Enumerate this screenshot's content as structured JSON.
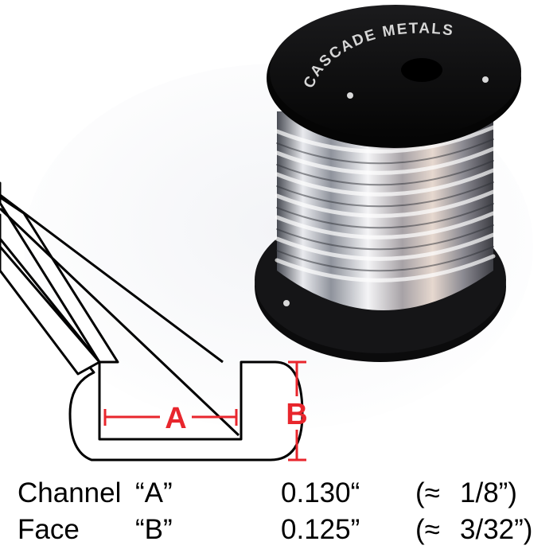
{
  "spool": {
    "brand_text": "CASCADE METALS"
  },
  "diagram": {
    "label_a": "A",
    "label_b": "B",
    "dimension_color": "#e8262d"
  },
  "specs": [
    {
      "name": "Channel",
      "letter": "“A”",
      "value": "0.130“",
      "approx_open": "(≈",
      "approx_fraction": "1/8”)"
    },
    {
      "name": "Face",
      "letter": "“B”",
      "value": "0.125”",
      "approx_open": "(≈",
      "approx_fraction": "3/32”)"
    }
  ]
}
